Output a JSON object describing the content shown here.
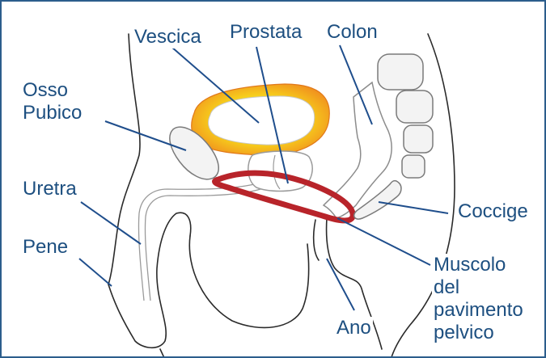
{
  "labels": {
    "vescica": "Vescica",
    "prostata": "Prostata",
    "colon": "Colon",
    "osso_pubico_1": "Osso",
    "osso_pubico_2": "Pubico",
    "uretra": "Uretra",
    "pene": "Pene",
    "coccige": "Coccige",
    "muscolo_1": "Muscolo",
    "muscolo_2": "del",
    "muscolo_3": "pavimento",
    "muscolo_4": "pelvico",
    "ano": "Ano"
  },
  "colors": {
    "frame": "#2c5d8c",
    "label_text": "#1d4f80",
    "leader_line": "#1f4e8c",
    "outline": "#2a2a2a",
    "organ_outline": "#9a9a9a",
    "bladder_outer": "#f08a1e",
    "bladder_inner": "#f7d21c",
    "pelvic_floor_muscle": "#b8242a",
    "bone_fill": "#f3f3f3"
  }
}
